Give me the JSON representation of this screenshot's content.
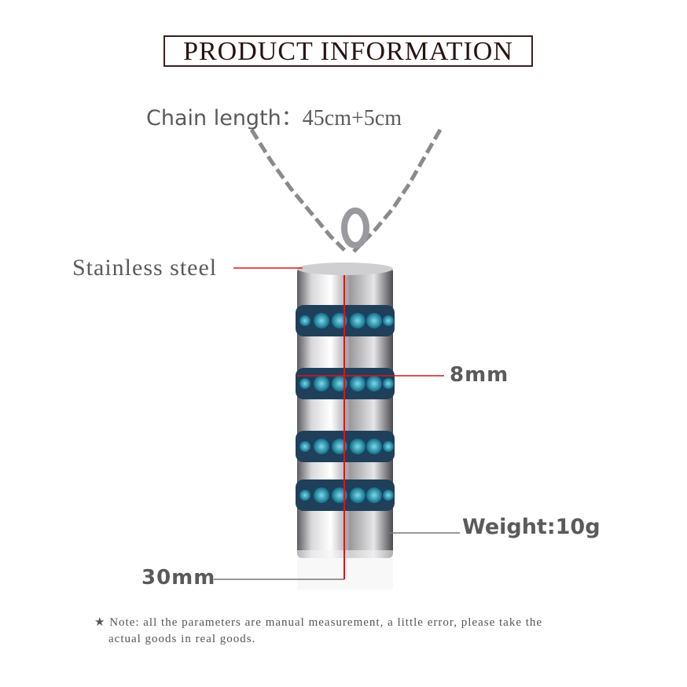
{
  "title": "PRODUCT INFORMATION",
  "chain_length": {
    "label": "Chain length：",
    "value": "45cm+5cm"
  },
  "material": "Stainless steel",
  "width": "8mm",
  "weight": "Weight:10g",
  "length": "30mm",
  "note": {
    "icon": "star-icon",
    "line1": "Note: all the parameters are manual measurement, a little error, please take the",
    "line2": "actual goods in real goods."
  },
  "colors": {
    "stone": "#1a8fa8",
    "marker": "#d9161c",
    "text": "#5a5a5a"
  }
}
